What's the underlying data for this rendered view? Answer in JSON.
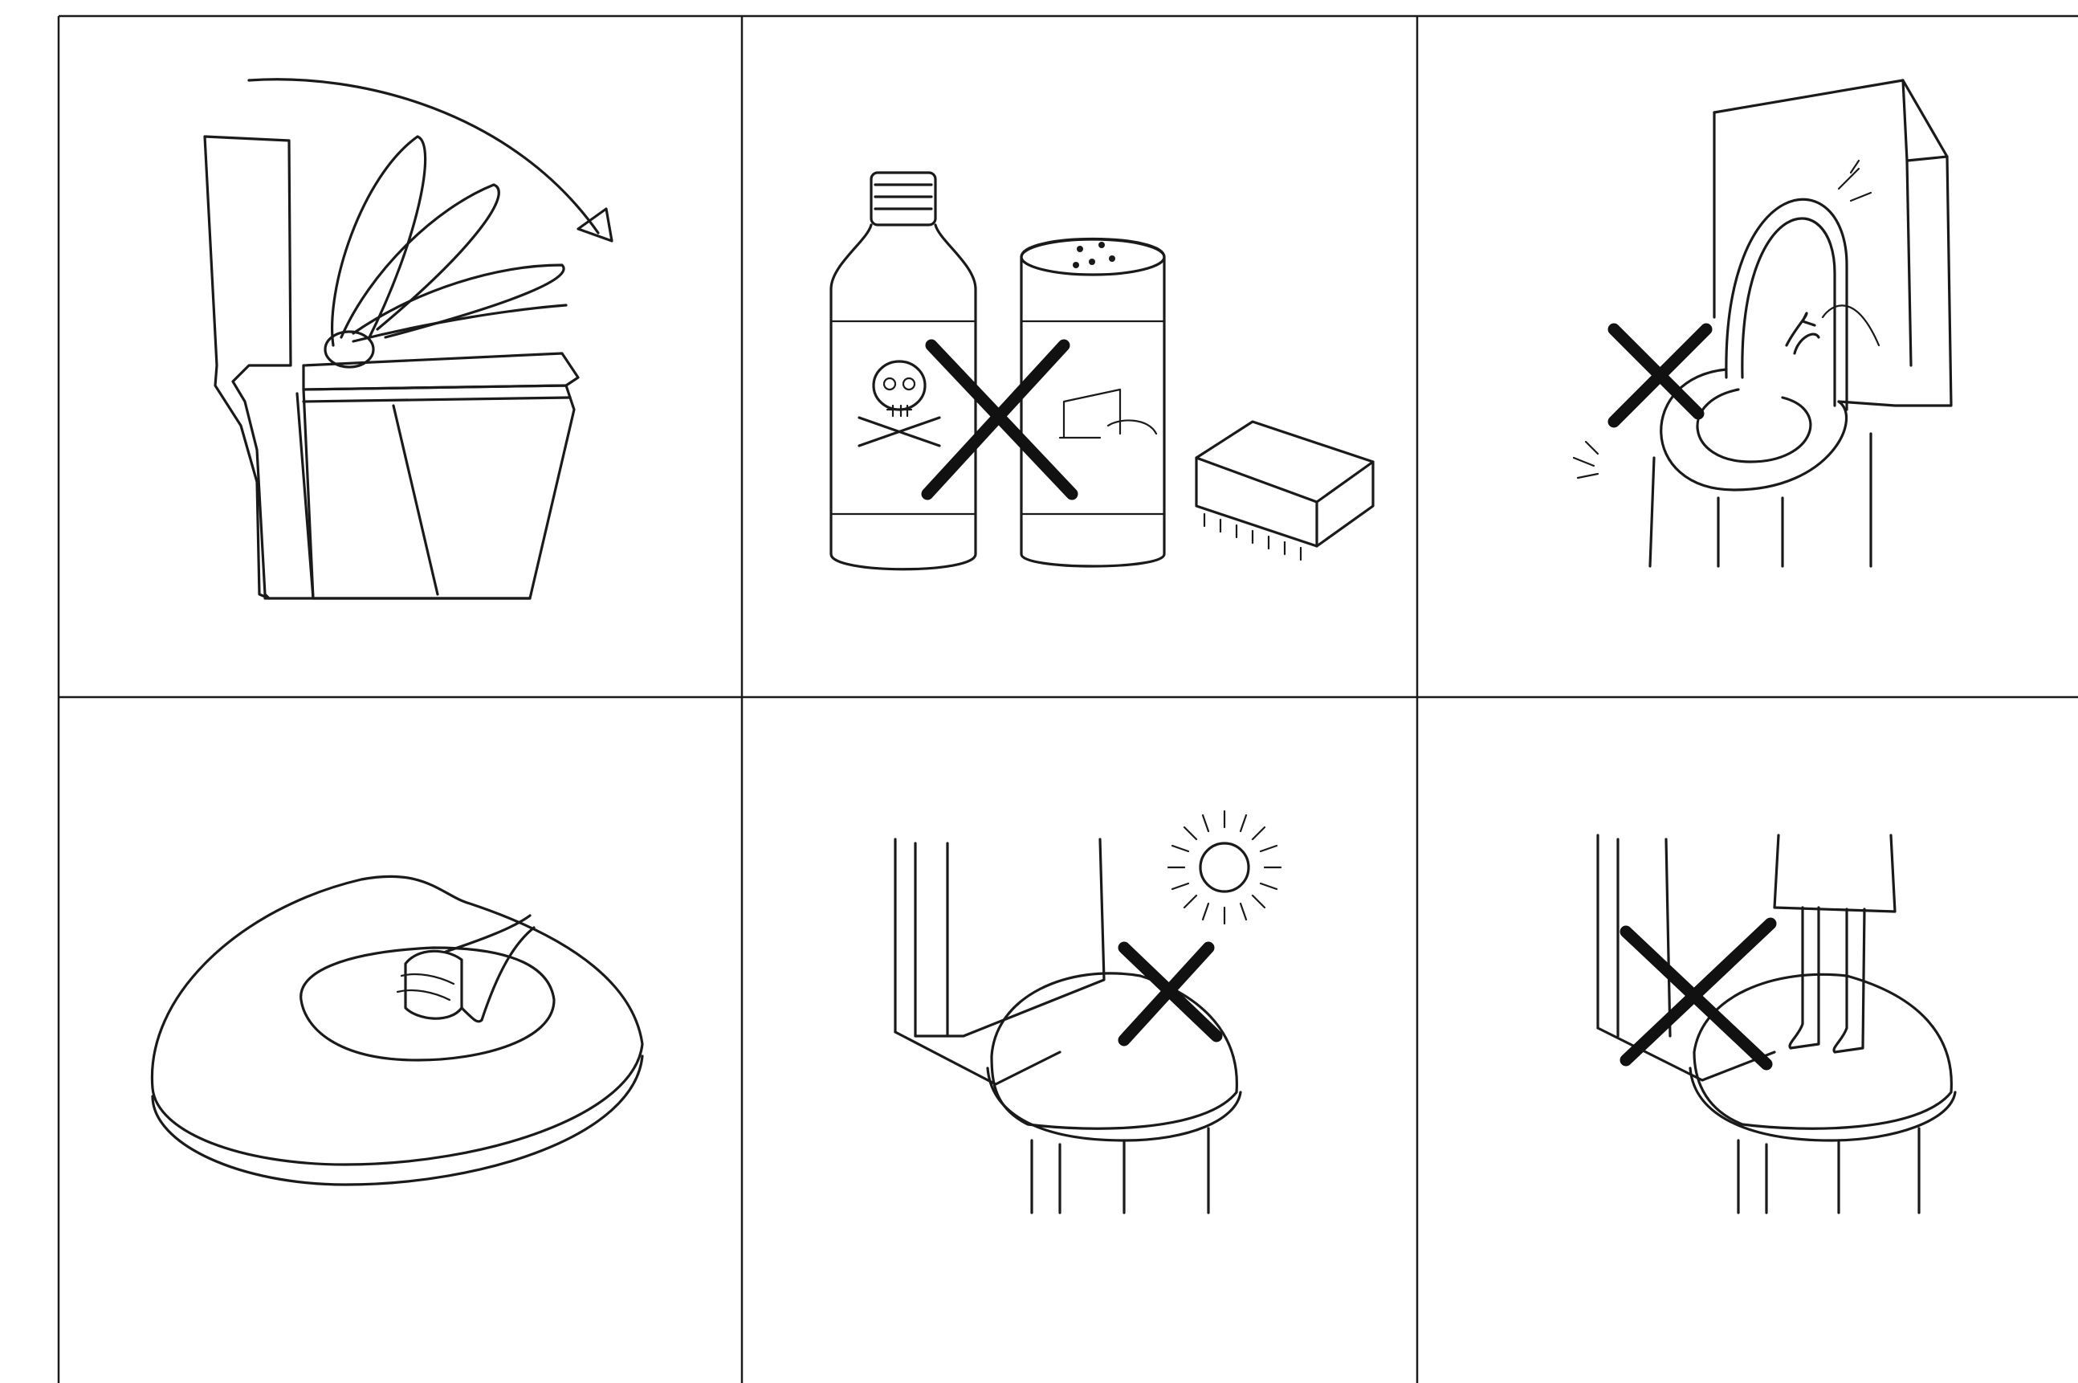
{
  "colors": {
    "line": "#1a1a1a",
    "background": "#ffffff",
    "cross": "#111111"
  },
  "panels": [
    {
      "row": 1,
      "col": 1,
      "icons": [
        "toilet-icon",
        "seat-lid-closing-icon",
        "arrow-icon"
      ]
    },
    {
      "row": 1,
      "col": 2,
      "icons": [
        "poison-bottle-icon",
        "cleaning-powder-icon",
        "scrub-brush-icon",
        "prohibited-cross-icon"
      ]
    },
    {
      "row": 1,
      "col": 3,
      "icons": [
        "toilet-icon",
        "lid-slamming-icon",
        "prohibited-cross-icon"
      ]
    },
    {
      "row": 2,
      "col": 1,
      "icons": [
        "toilet-seat-icon",
        "hand-wiping-cloth-icon"
      ]
    },
    {
      "row": 2,
      "col": 2,
      "icons": [
        "toilet-icon",
        "sun-icon",
        "prohibited-cross-icon"
      ]
    },
    {
      "row": 2,
      "col": 3,
      "icons": [
        "toilet-icon",
        "person-standing-legs-icon",
        "prohibited-cross-icon"
      ]
    }
  ]
}
